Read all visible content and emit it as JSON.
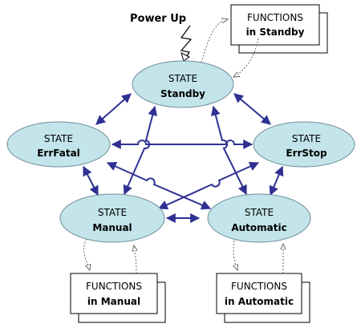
{
  "trigger": {
    "label": "Power Up"
  },
  "states": {
    "standby": {
      "kind": "STATE",
      "name": "Standby"
    },
    "errfatal": {
      "kind": "STATE",
      "name": "ErrFatal"
    },
    "errstop": {
      "kind": "STATE",
      "name": "ErrStop"
    },
    "manual": {
      "kind": "STATE",
      "name": "Manual"
    },
    "automatic": {
      "kind": "STATE",
      "name": "Automatic"
    }
  },
  "function_blocks": {
    "standby": {
      "line1": "FUNCTIONS",
      "line2": "in Standby"
    },
    "manual": {
      "line1": "FUNCTIONS",
      "line2": "in Manual"
    },
    "automatic": {
      "line1": "FUNCTIONS",
      "line2": "in Automatic"
    }
  },
  "colors": {
    "state_fill": "#c2e4ea",
    "state_stroke": "#6f8c9a",
    "transition_arrow": "#2e3192",
    "function_link": "#666666",
    "text": "#000000"
  }
}
